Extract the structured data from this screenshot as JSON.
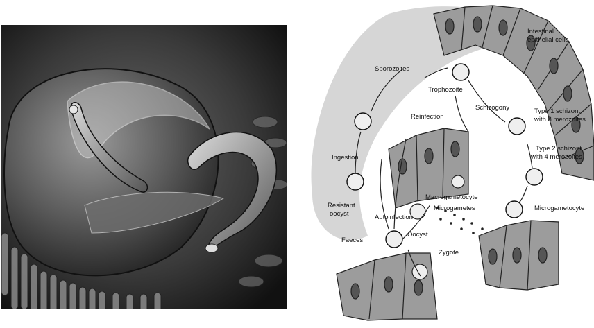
{
  "diagram": {
    "labels": {
      "intestinal_cells": [
        "Intestinal",
        "epithelial cells"
      ],
      "sporozoites": "Sporozoites",
      "trophozoite": "Trophozoite",
      "schizogony": "Schizogony",
      "reinfection": "Reinfection",
      "type1": [
        "Type 1 schizont",
        "with 8 merozoites"
      ],
      "type2": [
        "Type 2 schizont",
        "with 4 merozoites"
      ],
      "ingestion": "Ingestion",
      "resistant_oocyst": [
        "Resistant",
        "oocyst"
      ],
      "macrogametocyte": "Macrogametocyte",
      "microgametes": "Microgametes",
      "autoinfection": "Autoinfection",
      "microgametocyte": "Microgametocyte",
      "faeces": "Faeces",
      "oocyst": "Oocyst",
      "zygote": "Zygote"
    }
  }
}
